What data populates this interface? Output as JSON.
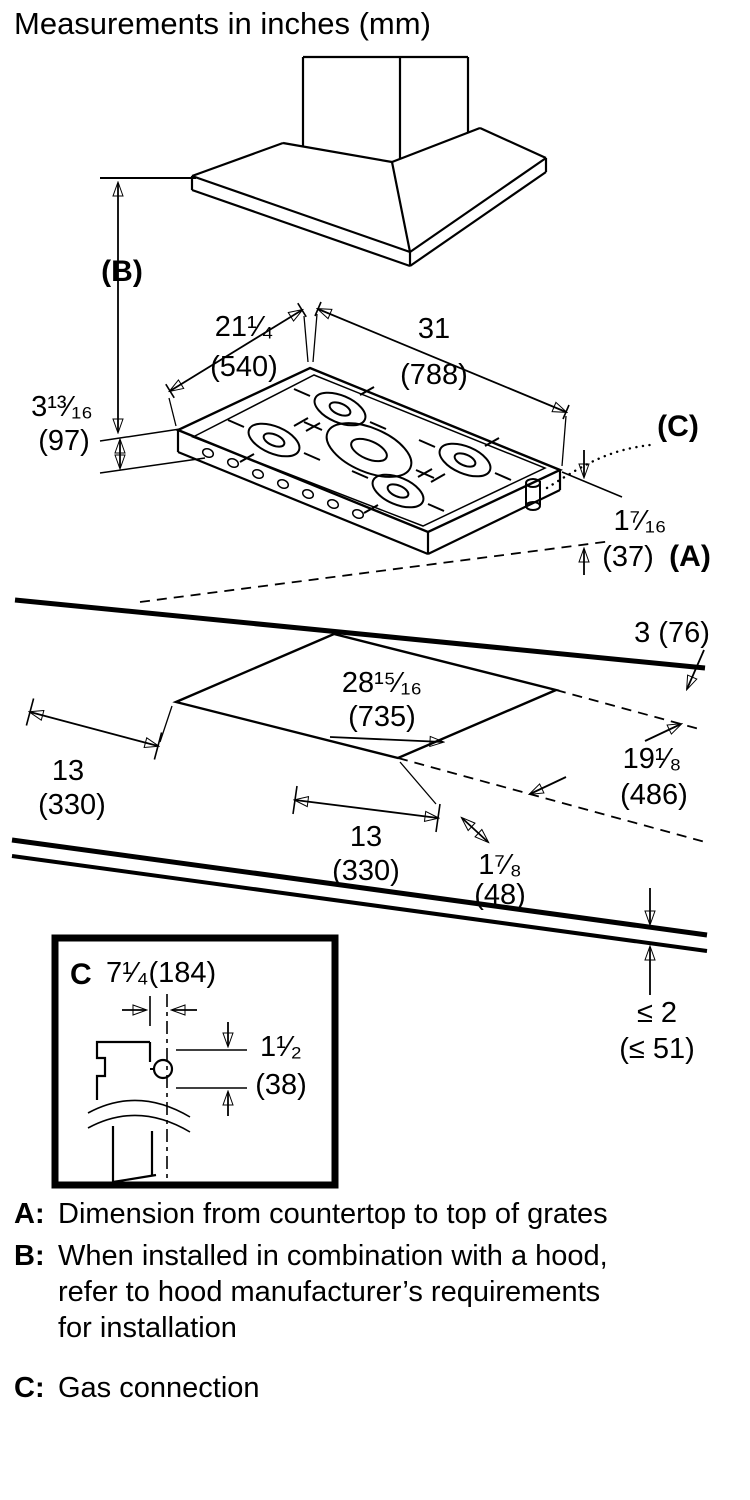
{
  "title": "Measurements in inches (mm)",
  "callouts": {
    "hood": "(B)",
    "gas": "(C)",
    "grate": "(A)"
  },
  "dims": {
    "cooktop_depth": {
      "in": "21¹⁄₄",
      "mm": "(540)"
    },
    "cooktop_width": {
      "in": "31",
      "mm": "(788)"
    },
    "cooktop_height": {
      "in": "3¹³⁄₁₆",
      "mm": "(97)"
    },
    "grate_above_counter": {
      "in": "1⁷⁄₁₆",
      "mm": "(37)"
    },
    "cutout_width": {
      "in": "28¹⁵⁄₁₆",
      "mm": "(735)"
    },
    "rear_clearance": {
      "label": "3 (76)"
    },
    "left_clearance": {
      "in": "13",
      "mm": "(330)"
    },
    "cutout_depth": {
      "in": "19¹⁄₈",
      "mm": "(486)"
    },
    "front_left_clearance": {
      "in": "13",
      "mm": "(330)"
    },
    "front_clearance": {
      "in": "1⁷⁄₈",
      "mm": "(48)"
    },
    "counter_thickness": {
      "in": "≤ 2",
      "mm": "(≤ 51)"
    }
  },
  "detail_box": {
    "label": "C",
    "offset": "7¹⁄₄(184)",
    "drop_in": "1¹⁄₂",
    "drop_mm": "(38)"
  },
  "legend": {
    "a": {
      "key": "A:",
      "text": "Dimension from countertop to top of grates"
    },
    "b": {
      "key": "B:",
      "text": "When installed in combination with a hood, refer to hood manufacturer’s requirements for installation"
    },
    "c": {
      "key": "C:",
      "text": "Gas connection"
    }
  }
}
